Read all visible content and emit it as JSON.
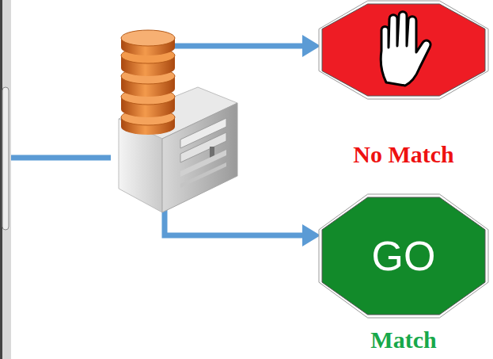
{
  "diagram": {
    "nodes": [
      {
        "text": [
          "No Match"
        ]
      },
      {
        "text": [
          "GO",
          "Match"
        ]
      }
    ]
  }
}
